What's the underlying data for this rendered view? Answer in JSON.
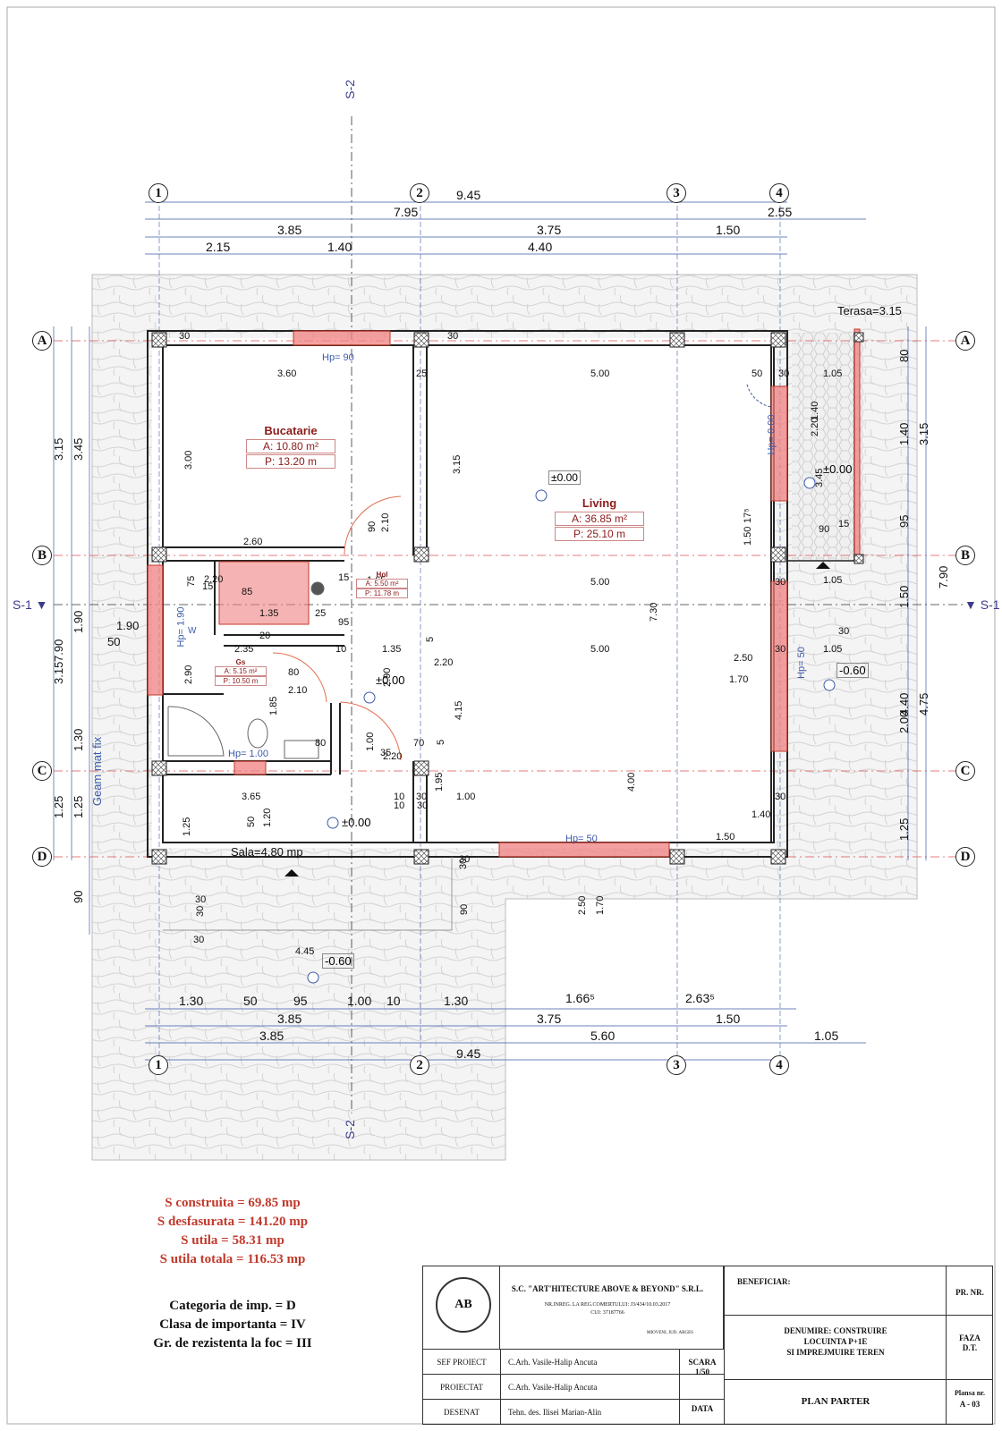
{
  "axes": {
    "grid_numbers": [
      "1",
      "2",
      "3",
      "4"
    ],
    "grid_letters": [
      "A",
      "B",
      "C",
      "D"
    ],
    "section_s1": "S-1",
    "section_s2": "S-2"
  },
  "dims_top": {
    "row1": [
      "9.45"
    ],
    "row2": [
      "7.95",
      "2.55"
    ],
    "row3": [
      "3.85",
      "3.75",
      "1.50"
    ],
    "row4": [
      "2.15",
      "1.40",
      "4.40"
    ]
  },
  "dims_bottom": {
    "row1": [
      "1.30",
      "50",
      "95",
      "1.00",
      "10",
      "1.30",
      "1.66⁵",
      "2.63⁵"
    ],
    "row2": [
      "3.85",
      "3.75",
      "1.50"
    ],
    "row3": [
      "3.85",
      "5.60",
      "1.05"
    ],
    "row4": [
      "9.45"
    ]
  },
  "dims_left": [
    "3.15",
    "3.45",
    "1.90",
    "7.90",
    "3.15",
    "1.30",
    "1.25",
    "1.25",
    "90",
    "1.90",
    "50"
  ],
  "dims_right": [
    "80",
    "1.40",
    "3.15",
    "95",
    "7.90",
    "1.50",
    "2.00",
    "4.40",
    "4.75",
    "1.25"
  ],
  "rooms": {
    "bucatarie": {
      "name": "Bucatarie",
      "area": "A: 10.80 m²",
      "perimeter": "P: 13.20 m"
    },
    "living": {
      "name": "Living",
      "area": "A: 36.85 m²",
      "perimeter": "P: 25.10 m"
    },
    "hol": {
      "name": "Hol",
      "area": "A: 5.50 m²",
      "perimeter": "P: 11.78 m"
    },
    "gs": {
      "name": "Gs",
      "area": "A: 5.15 m²",
      "perimeter": "P: 10.50 m"
    }
  },
  "labels": {
    "terasa": "Terasa=3.15",
    "sala": "Sala=4.80 mp",
    "geam": "Geam mat fix",
    "level_zero": "±0.00",
    "level_minus": "-0.60",
    "hp90": "Hp= 90",
    "hp000": "Hp= 0.00",
    "hp190": "Hp= 1.90",
    "hp100": "Hp= 1.00",
    "hp50": "Hp= 50",
    "hp50b": "Hp= 50",
    "w": "W"
  },
  "interior_dims": [
    "30",
    "3.60",
    "25",
    "30",
    "5.00",
    "50",
    "30",
    "1.05",
    "3.00",
    "3.15",
    "1.40",
    "2.20",
    "3.45",
    "90",
    "2.10",
    "2.60",
    "15",
    "2.20",
    "75",
    "85",
    "1.35",
    "25",
    "95",
    "15",
    "1.65",
    "5.00",
    "7.30",
    "1.50",
    "17⁵",
    "90",
    "15",
    "30",
    "1.05",
    "30",
    "2.35",
    "20",
    "10",
    "1.35",
    "5",
    "2.20",
    "5.00",
    "2.50",
    "1.70",
    "30",
    "1.05",
    "2.90",
    "80",
    "2.10",
    "2.90",
    "1.85",
    "1.00",
    "2.20",
    "70",
    "80",
    "35",
    "5",
    "4.15",
    "1.95",
    "3.65",
    "10",
    "30",
    "1.00",
    "4.00",
    "1.40",
    "30",
    "50",
    "1.20",
    "1.25",
    "30",
    "1.50",
    "30",
    "30",
    "90",
    "2.50",
    "1.70",
    "30",
    "4.45",
    "30",
    "10",
    "30"
  ],
  "stats": {
    "s1": "S construita = 69.85 mp",
    "s2": "S desfasurata = 141.20 mp",
    "s3": "S utila = 58.31 mp",
    "s4": "S utila totala = 116.53 mp"
  },
  "categories": {
    "c1": "Categoria de imp. = D",
    "c2": "Clasa de importanta = IV",
    "c3": "Gr. de rezistenta la foc = III"
  },
  "titleblock": {
    "company": "S.C. \"ART'HITECTURE ABOVE & BEYOND\" S.R.L.",
    "reg": "NR.INREG. LA REG.COMERTULUI: J3/434/10.03.2017",
    "cui": "CUI: 37187766",
    "city": "MIOVENI, JUD. ARGES",
    "logo": "AB",
    "sef_label": "SEF PROIECT",
    "sef_name": "C.Arh. Vasile-Halip Ancuta",
    "proiectat_label": "PROIECTAT",
    "proiectat_name": "C.Arh. Vasile-Halip Ancuta",
    "desenat_label": "DESENAT",
    "desenat_name": "Tehn. des. Ilisei Marian-Alin",
    "scara_label": "SCARA",
    "scara_value": "1/50",
    "data_label": "DATA",
    "beneficiar": "BENEFICIAR:",
    "denumire1": "DENUMIRE: CONSTRUIRE",
    "denumire2": "LOCUINTA P+1E",
    "denumire3": "SI IMPREJMUIRE TEREN",
    "plan": "PLAN PARTER",
    "pr_nr": "PR. NR.",
    "faza_label": "FAZA",
    "faza_value": "D.T.",
    "plansa_label": "Plansa nr.",
    "plansa_value": "A - 03"
  }
}
